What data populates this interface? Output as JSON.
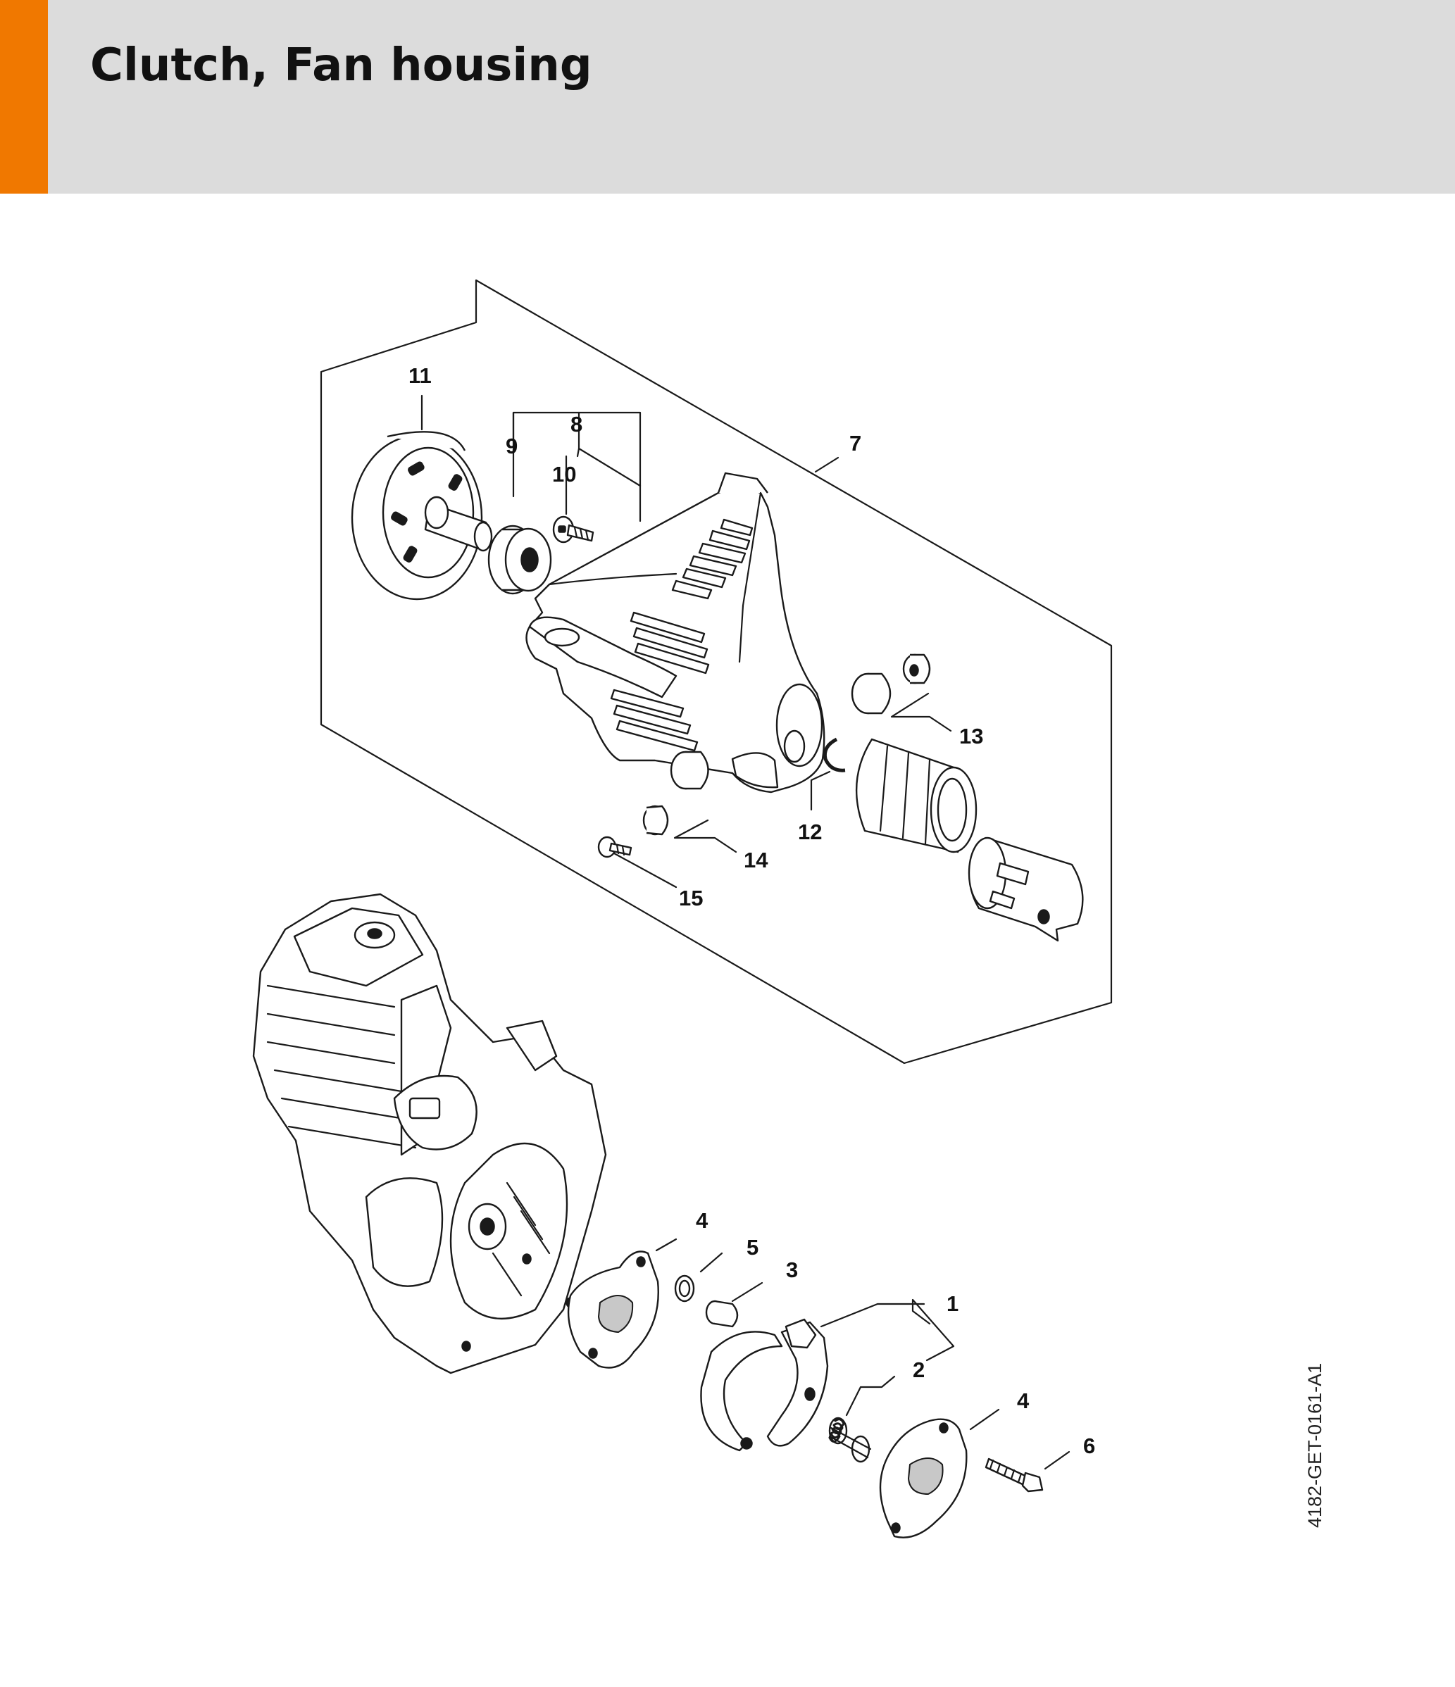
{
  "header": {
    "title": "Clutch, Fan housing",
    "accent_color": "#f07800",
    "background_color": "#dcdcdc"
  },
  "diagram": {
    "callouts": {
      "c1": "1",
      "c2": "2",
      "c3": "3",
      "c4a": "4",
      "c4b": "4",
      "c5": "5",
      "c6": "6",
      "c7": "7",
      "c8": "8",
      "c9": "9",
      "c10": "10",
      "c11": "11",
      "c12": "12",
      "c13": "13",
      "c14": "14",
      "c15": "15"
    }
  },
  "document_reference": "4182-GET-0161-A1"
}
